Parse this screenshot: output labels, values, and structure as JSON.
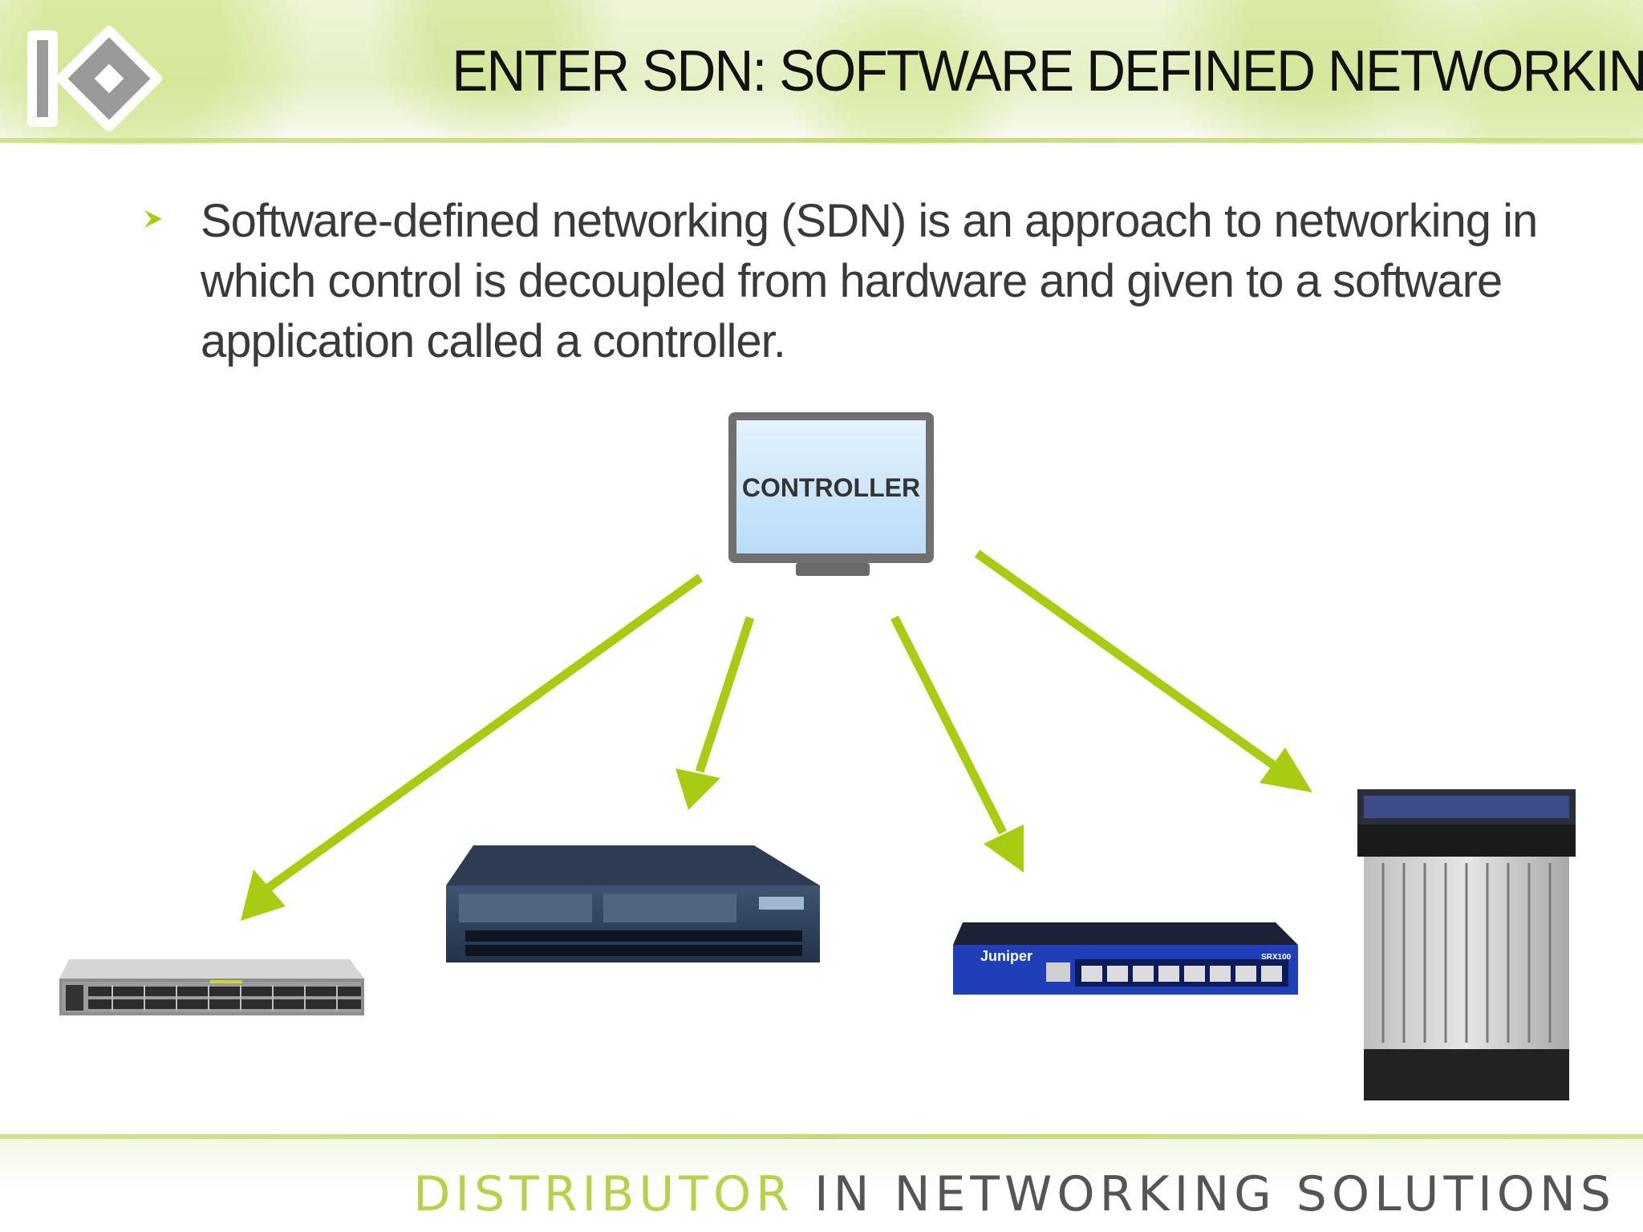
{
  "slide": {
    "title": "ENTER SDN: SOFTWARE DEFINED NETWORKING",
    "bullets": [
      "Software-defined networking (SDN) is an approach to networking in which control is decoupled from hardware and given to a software application called a controller."
    ]
  },
  "diagram": {
    "controller_label": "CONTROLLER",
    "devices": [
      {
        "name": "switch-48-port",
        "icon": "ethernet-switch"
      },
      {
        "name": "fiber-router",
        "icon": "rack-router"
      },
      {
        "name": "juniper-srx100",
        "icon": "firewall-appliance",
        "brand_text": "Juniper",
        "model_text": "SRX100"
      },
      {
        "name": "chassis-router",
        "icon": "modular-chassis"
      }
    ],
    "colors": {
      "arrow": "#a8cc12",
      "screen": "#cce7fb",
      "bezel": "#6e6e6e"
    }
  },
  "footer": {
    "accent_text": "DISTRIBUTOR",
    "rest_text": "IN NETWORKING SOLUTIONS"
  }
}
